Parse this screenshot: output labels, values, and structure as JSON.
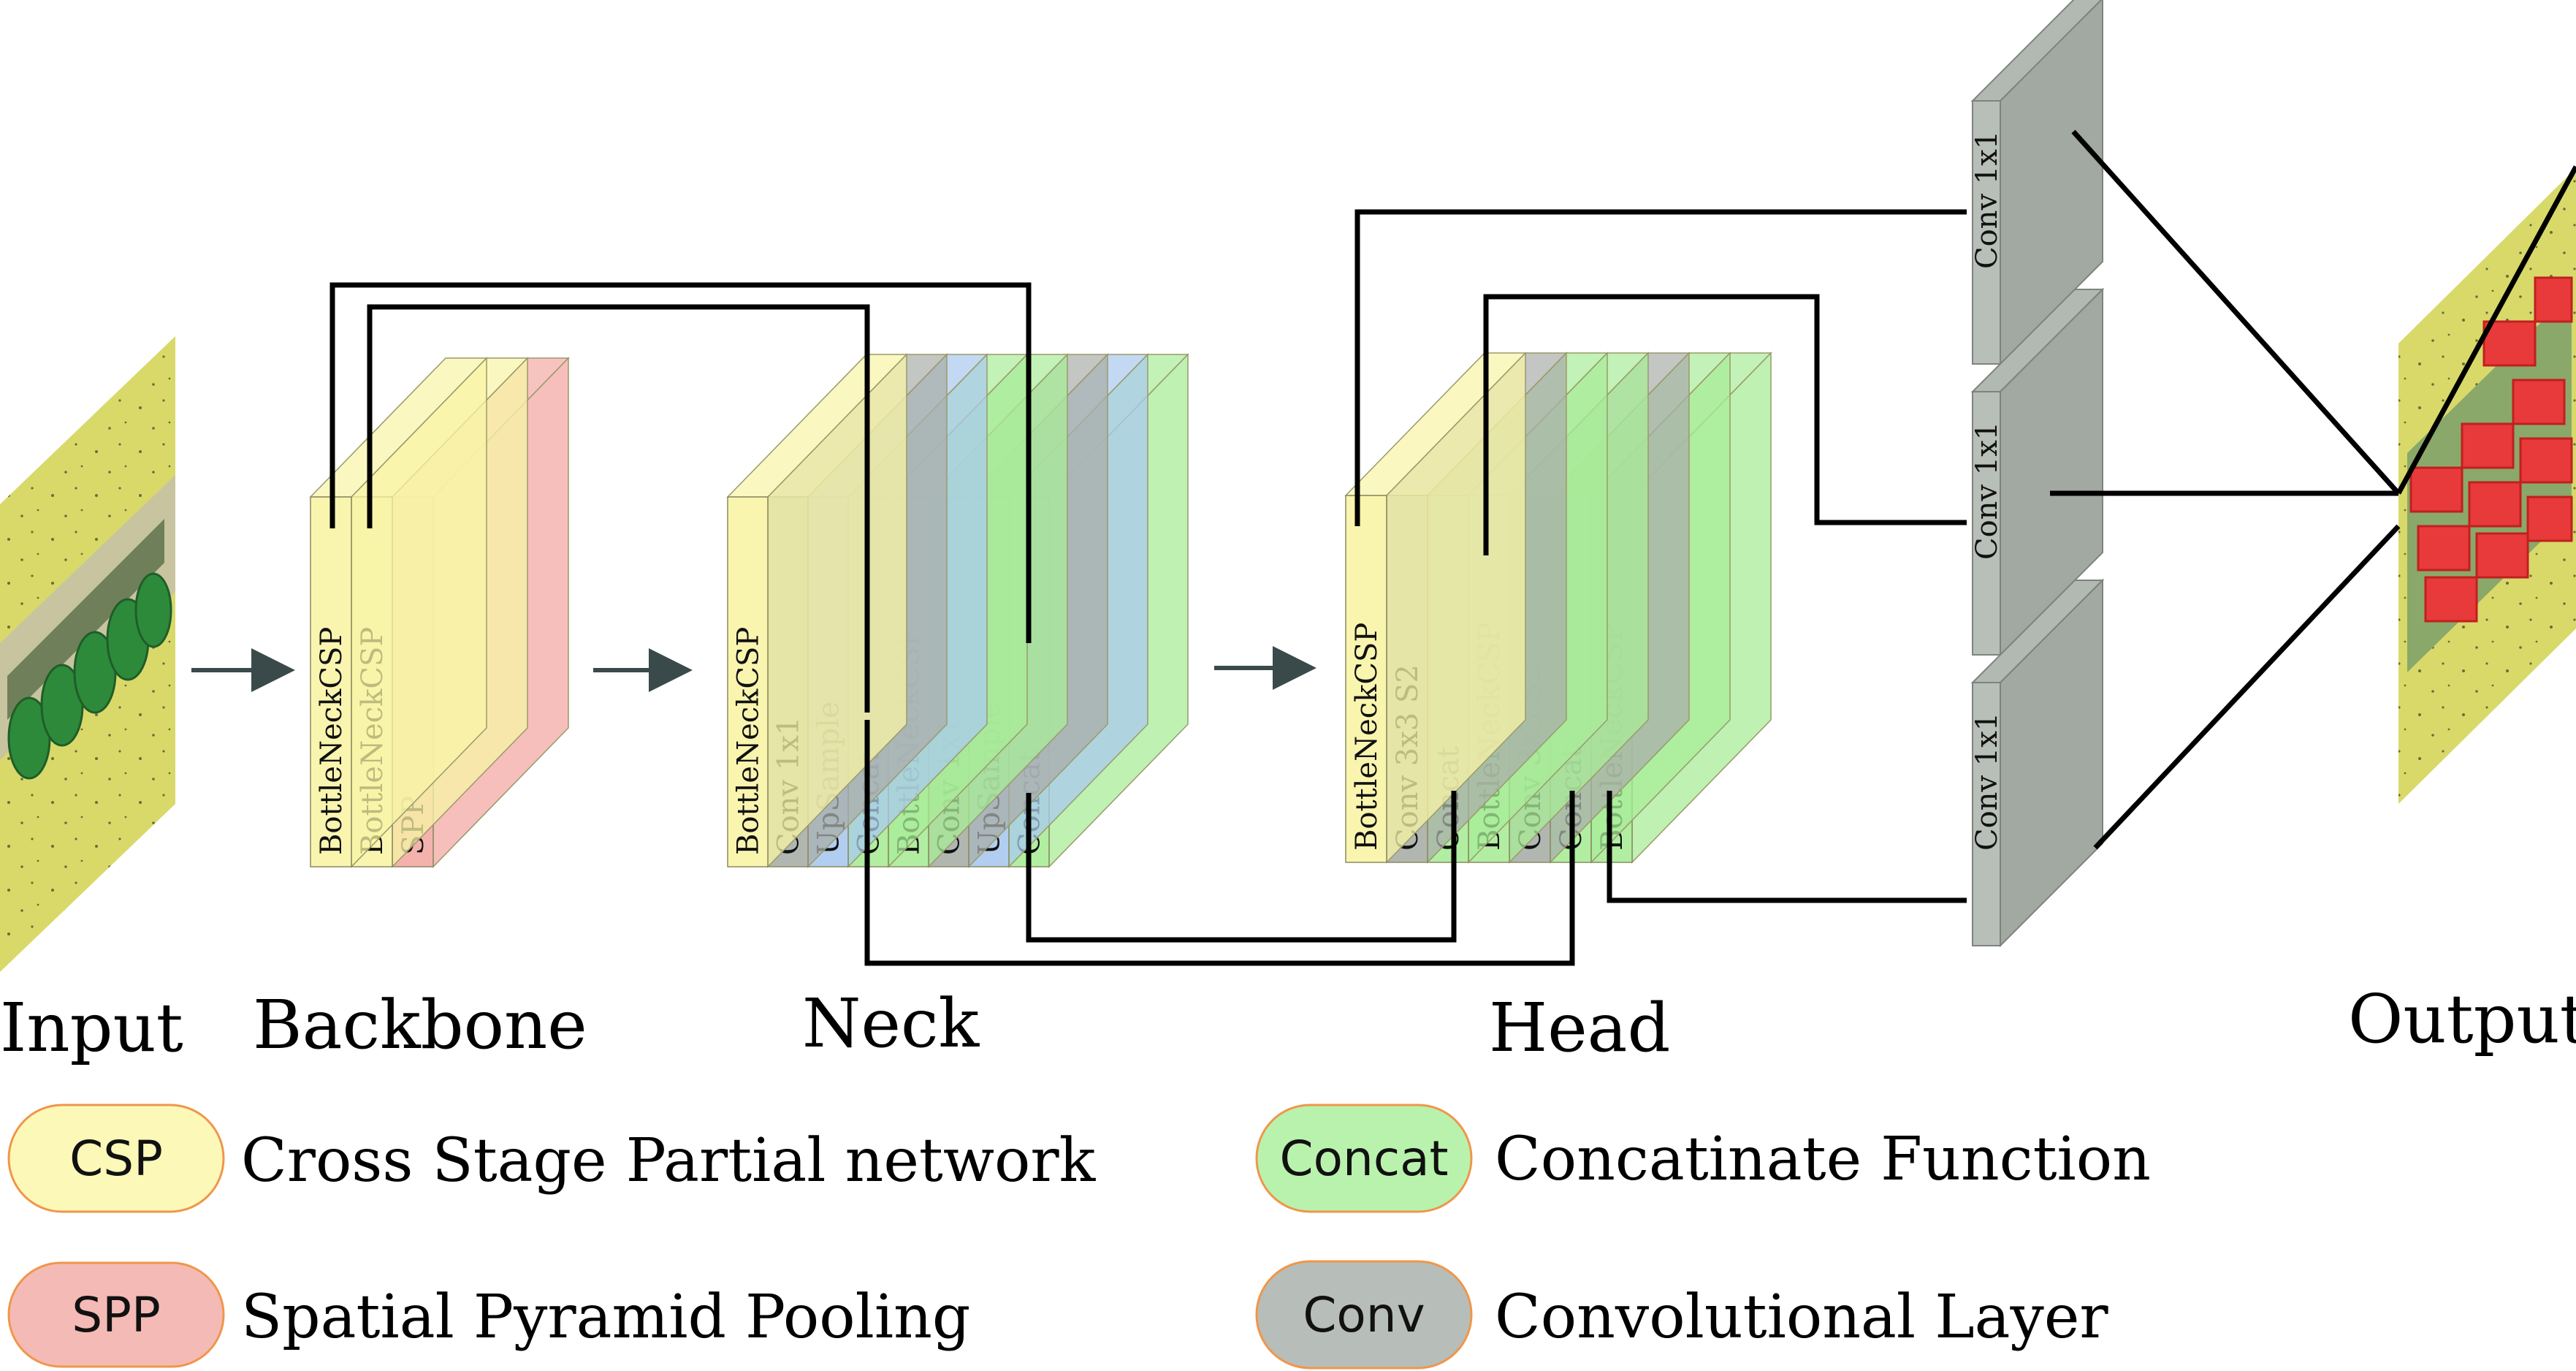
{
  "sections": {
    "input": "Input",
    "backbone": "Backbone",
    "neck": "Neck",
    "head": "Head",
    "output": "Output"
  },
  "backbone_layers": [
    "BottleNeckCSP",
    "BottleNeckCSP",
    "SPP"
  ],
  "neck_layers": [
    "BottleNeckCSP",
    "Conv 1x1",
    "UpSample",
    "Concat",
    "BottleNeckCSP",
    "Conv 1x1",
    "UpSample",
    "Concat"
  ],
  "head_layers": [
    "BottleNeckCSP",
    "Conv 3x3 S2",
    "Concat",
    "BottleNeckCSP",
    "Conv 3x3 S2",
    "Concat",
    "BottleNeckCSP"
  ],
  "output_convs": [
    "Conv 1x1",
    "Conv 1x1",
    "Conv 1x1"
  ],
  "legend": [
    {
      "badge": "CSP",
      "desc": "Cross Stage Partial network",
      "color": "#fbf8b8"
    },
    {
      "badge": "SPP",
      "desc": "Spatial Pyramid Pooling",
      "color": "#f4bab5"
    },
    {
      "badge": "Concat",
      "desc": "Concatinate Function",
      "color": "#b9f2ad"
    },
    {
      "badge": "Conv",
      "desc": "Convolutional Layer",
      "color": "#b7bdb8"
    }
  ],
  "colors": {
    "csp": "#f8f4a6",
    "spp": "#f3aaa4",
    "concat": "#a8ec98",
    "conv": "#a9aea9",
    "upsample": "#a9c9ee",
    "badge_border": "#f0964a"
  }
}
